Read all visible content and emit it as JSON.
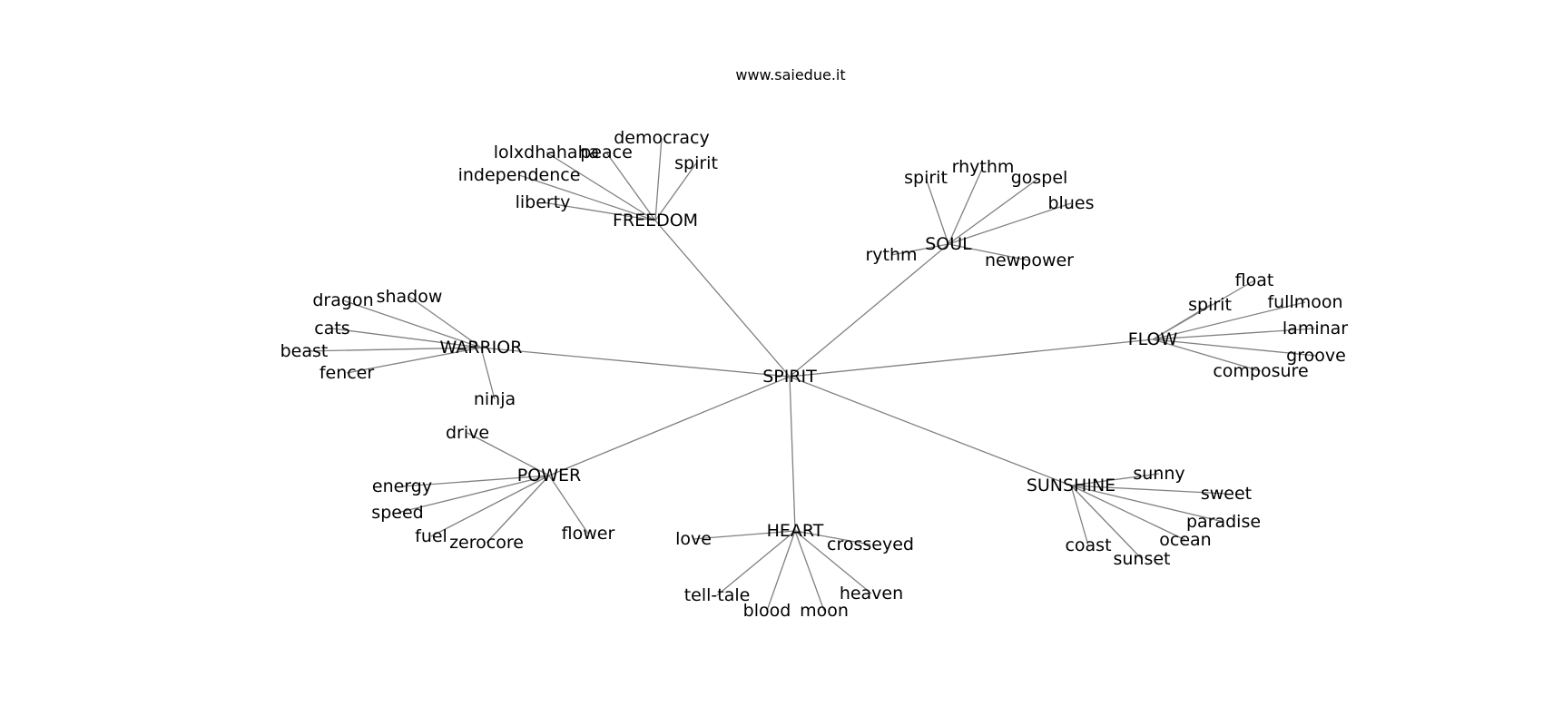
{
  "title": "www.saiedue.it",
  "graph": {
    "center": "SPIRIT",
    "hubs": [
      {
        "id": "freedom",
        "label": "FREEDOM",
        "leaves": [
          "democracy",
          "lolxdhahaha",
          "peace",
          "spirit",
          "independence",
          "liberty"
        ]
      },
      {
        "id": "soul",
        "label": "SOUL",
        "leaves": [
          "spirit",
          "rhythm",
          "gospel",
          "blues",
          "rythm",
          "newpower"
        ]
      },
      {
        "id": "warrior",
        "label": "WARRIOR",
        "leaves": [
          "dragon",
          "shadow",
          "cats",
          "beast",
          "fencer",
          "ninja"
        ]
      },
      {
        "id": "flow",
        "label": "FLOW",
        "leaves": [
          "float",
          "spirit",
          "fullmoon",
          "laminar",
          "groove",
          "composure"
        ]
      },
      {
        "id": "power",
        "label": "POWER",
        "leaves": [
          "drive",
          "energy",
          "speed",
          "fuel",
          "zerocore",
          "flower"
        ]
      },
      {
        "id": "heart",
        "label": "HEART",
        "leaves": [
          "love",
          "crosseyed",
          "tell-tale",
          "blood",
          "moon",
          "heaven"
        ]
      },
      {
        "id": "sunshine",
        "label": "SUNSHINE",
        "leaves": [
          "sunny",
          "sweet",
          "paradise",
          "ocean",
          "coast",
          "sunset"
        ]
      }
    ]
  }
}
